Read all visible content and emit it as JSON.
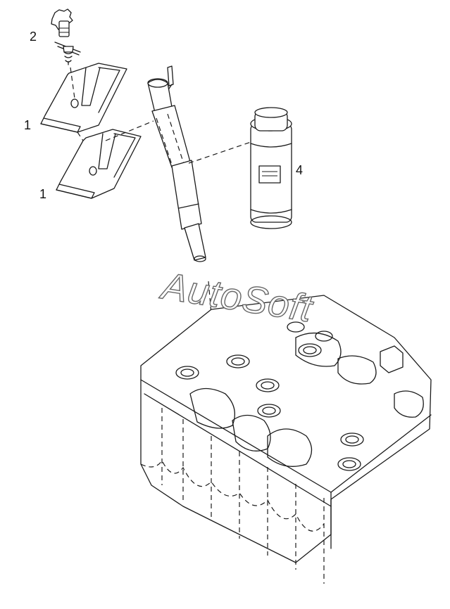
{
  "callouts": {
    "label_1_upper": "1",
    "label_1_lower": "1",
    "label_2": "2",
    "label_4": "4"
  },
  "watermark": {
    "text": "AutoSoft"
  },
  "icons": {
    "clamp": "clamp-icon",
    "bolt": "bolt-icon",
    "injector": "injector-icon",
    "sealant": "sealant-cylinder-icon",
    "head": "cylinder-head-icon"
  }
}
